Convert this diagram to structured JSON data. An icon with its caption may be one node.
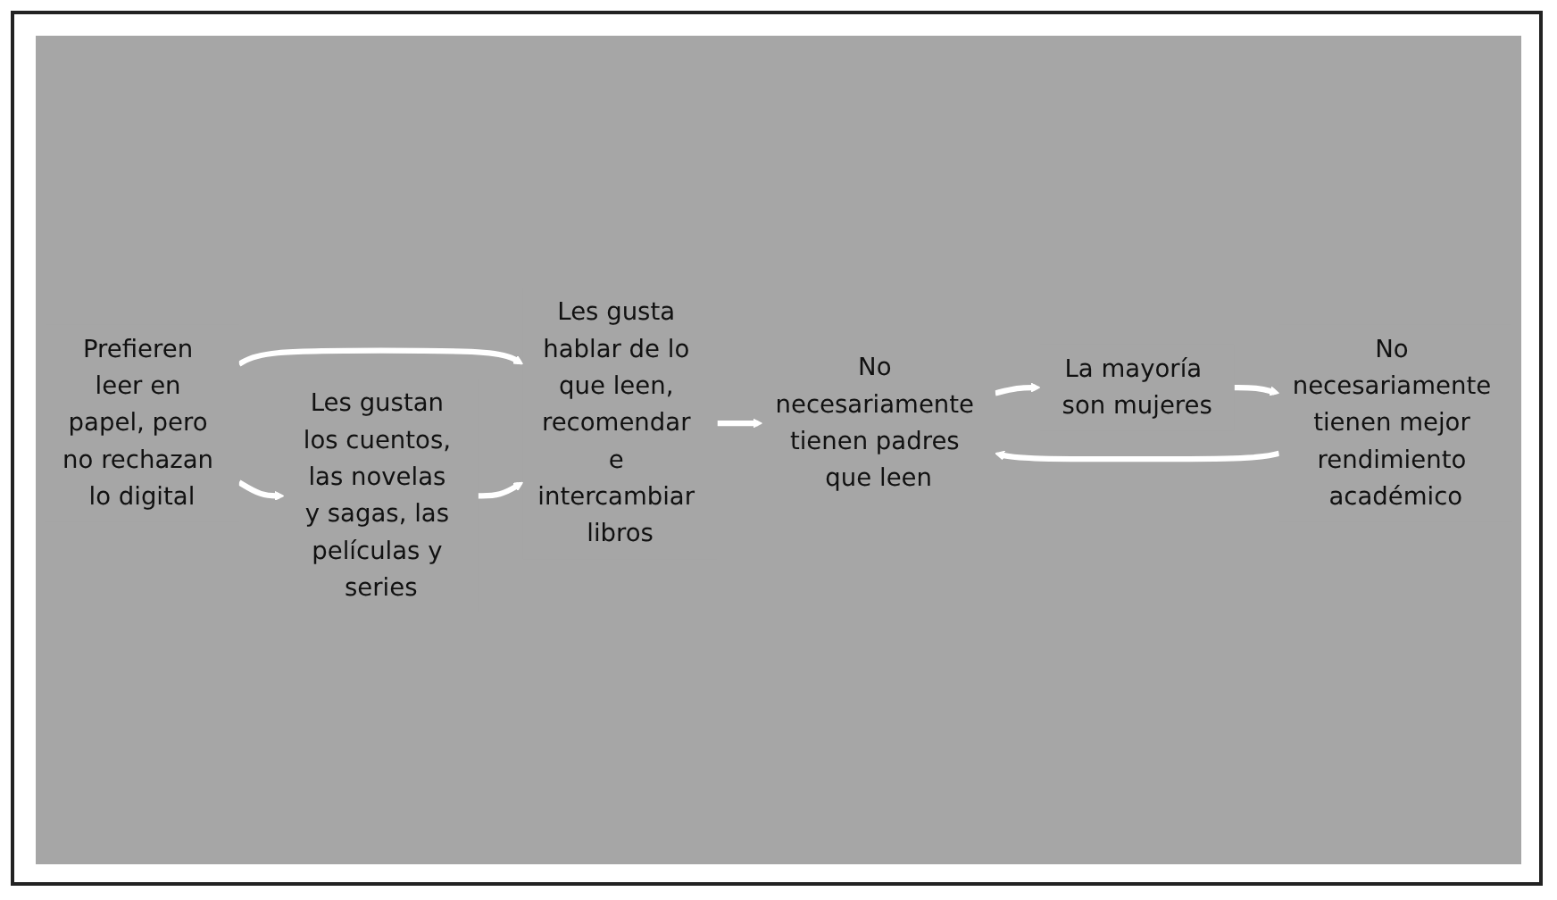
{
  "diagram": {
    "nodes": [
      {
        "text": [
          "Les gusta hablar de lo que leen, recomendar e intercambiar libros"
        ]
      },
      {
        "text": [
          "No necesariamente tienen padres que leen"
        ]
      },
      {
        "text": [
          "La mayoría son mujeres"
        ]
      },
      {
        "text": [
          "Prefieren leer en papel, pero no rechazan lo digital"
        ]
      },
      {
        "text": [
          "Les gustan los cuentos, las novelas y sagas, las películas y series"
        ]
      },
      {
        "text": [
          "No necesariamente tienen mejor rendimiento académico"
        ]
      }
    ],
    "edges": [
      {
        "from": 0,
        "to": 1,
        "arrow": "to"
      },
      {
        "from": 1,
        "to": 2,
        "arrow": "to"
      },
      {
        "from": 2,
        "to": 5,
        "arrow": "to"
      },
      {
        "from": 5,
        "to": 1,
        "arrow": "to"
      },
      {
        "from": 3,
        "to": 0,
        "arrow": "to"
      },
      {
        "from": 3,
        "to": 4,
        "arrow": "to"
      },
      {
        "from": 4,
        "to": 0,
        "arrow": "to"
      }
    ]
  }
}
